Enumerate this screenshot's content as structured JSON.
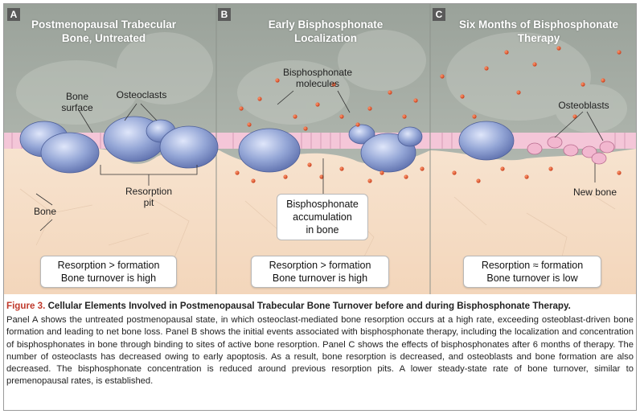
{
  "panels": [
    {
      "letter": "A",
      "title_line1": "Postmenopausal Trabecular",
      "title_line2": "Bone, Untreated"
    },
    {
      "letter": "B",
      "title_line1": "Early Bisphosphonate",
      "title_line2": "Localization"
    },
    {
      "letter": "C",
      "title_line1": "Six Months of Bisphosphonate",
      "title_line2": "Therapy"
    }
  ],
  "labels": {
    "bone_surface_line1": "Bone",
    "bone_surface_line2": "surface",
    "osteoclasts": "Osteoclasts",
    "resorption_line1": "Resorption",
    "resorption_line2": "pit",
    "bone": "Bone",
    "bisphos_line1": "Bisphosphonate",
    "bisphos_line2": "molecules",
    "osteoblasts": "Osteoblasts",
    "new_bone": "New bone"
  },
  "accumulation": {
    "line1": "Bisphosphonate",
    "line2": "accumulation",
    "line3": "in bone"
  },
  "summaries": [
    {
      "line1": "Resorption > formation",
      "line2": "Bone turnover is high"
    },
    {
      "line1": "Resorption > formation",
      "line2": "Bone turnover is high"
    },
    {
      "line1": "Resorption ≈ formation",
      "line2": "Bone turnover is low"
    }
  ],
  "caption": {
    "figure_label": "Figure 3.",
    "title": "Cellular Elements Involved in Postmenopausal Trabecular Bone Turnover before and during Bisphosphonate Therapy.",
    "body": "Panel A shows the untreated postmenopausal state, in which osteoclast-mediated bone resorption occurs at a high rate, exceeding osteoblast-driven bone formation and leading to net bone loss. Panel B shows the initial events associated with bisphosphonate therapy, including the localization and concentration of bisphosphonates in bone through binding to sites of active bone resorption. Panel C shows the effects of bisphosphonates after 6 months of therapy. The number of osteoclasts has decreased owing to early apoptosis. As a result, bone resorption is decreased, and osteoblasts and bone formation are also decreased. The bisphosphonate concentration is reduced around previous resorption pits. A lower steady-state rate of bone turnover, similar to premenopausal rates, is established."
  },
  "colors": {
    "marrow": "#a9b0a8",
    "bone": "#f5dcc4",
    "lining_cells": "#f4c6d8",
    "osteoclast": "#7f93c9",
    "molecule": "#e0502a",
    "caption_accent": "#c0392b"
  }
}
